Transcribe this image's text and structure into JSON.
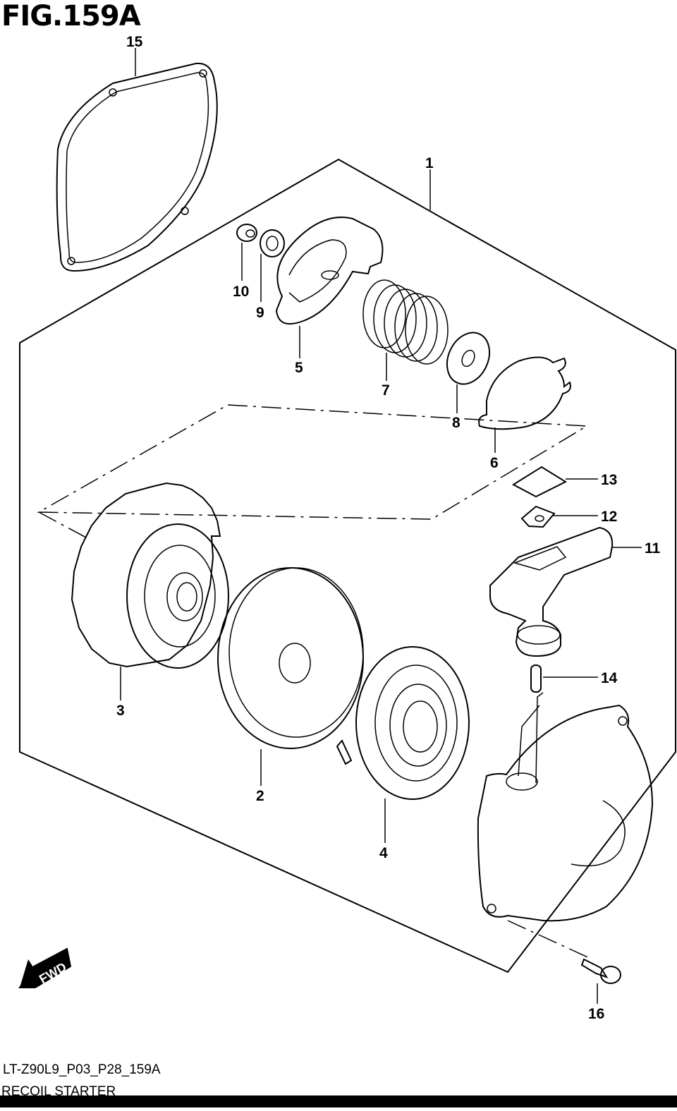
{
  "figure": {
    "title": "FIG.159A",
    "code": "LT-Z90L9_P03_P28_159A",
    "footer": "RECOIL STARTER"
  },
  "callouts": [
    "1",
    "2",
    "3",
    "4",
    "5",
    "6",
    "7",
    "8",
    "9",
    "10",
    "11",
    "12",
    "13",
    "14",
    "15",
    "16"
  ],
  "fwd_label": "FWD"
}
